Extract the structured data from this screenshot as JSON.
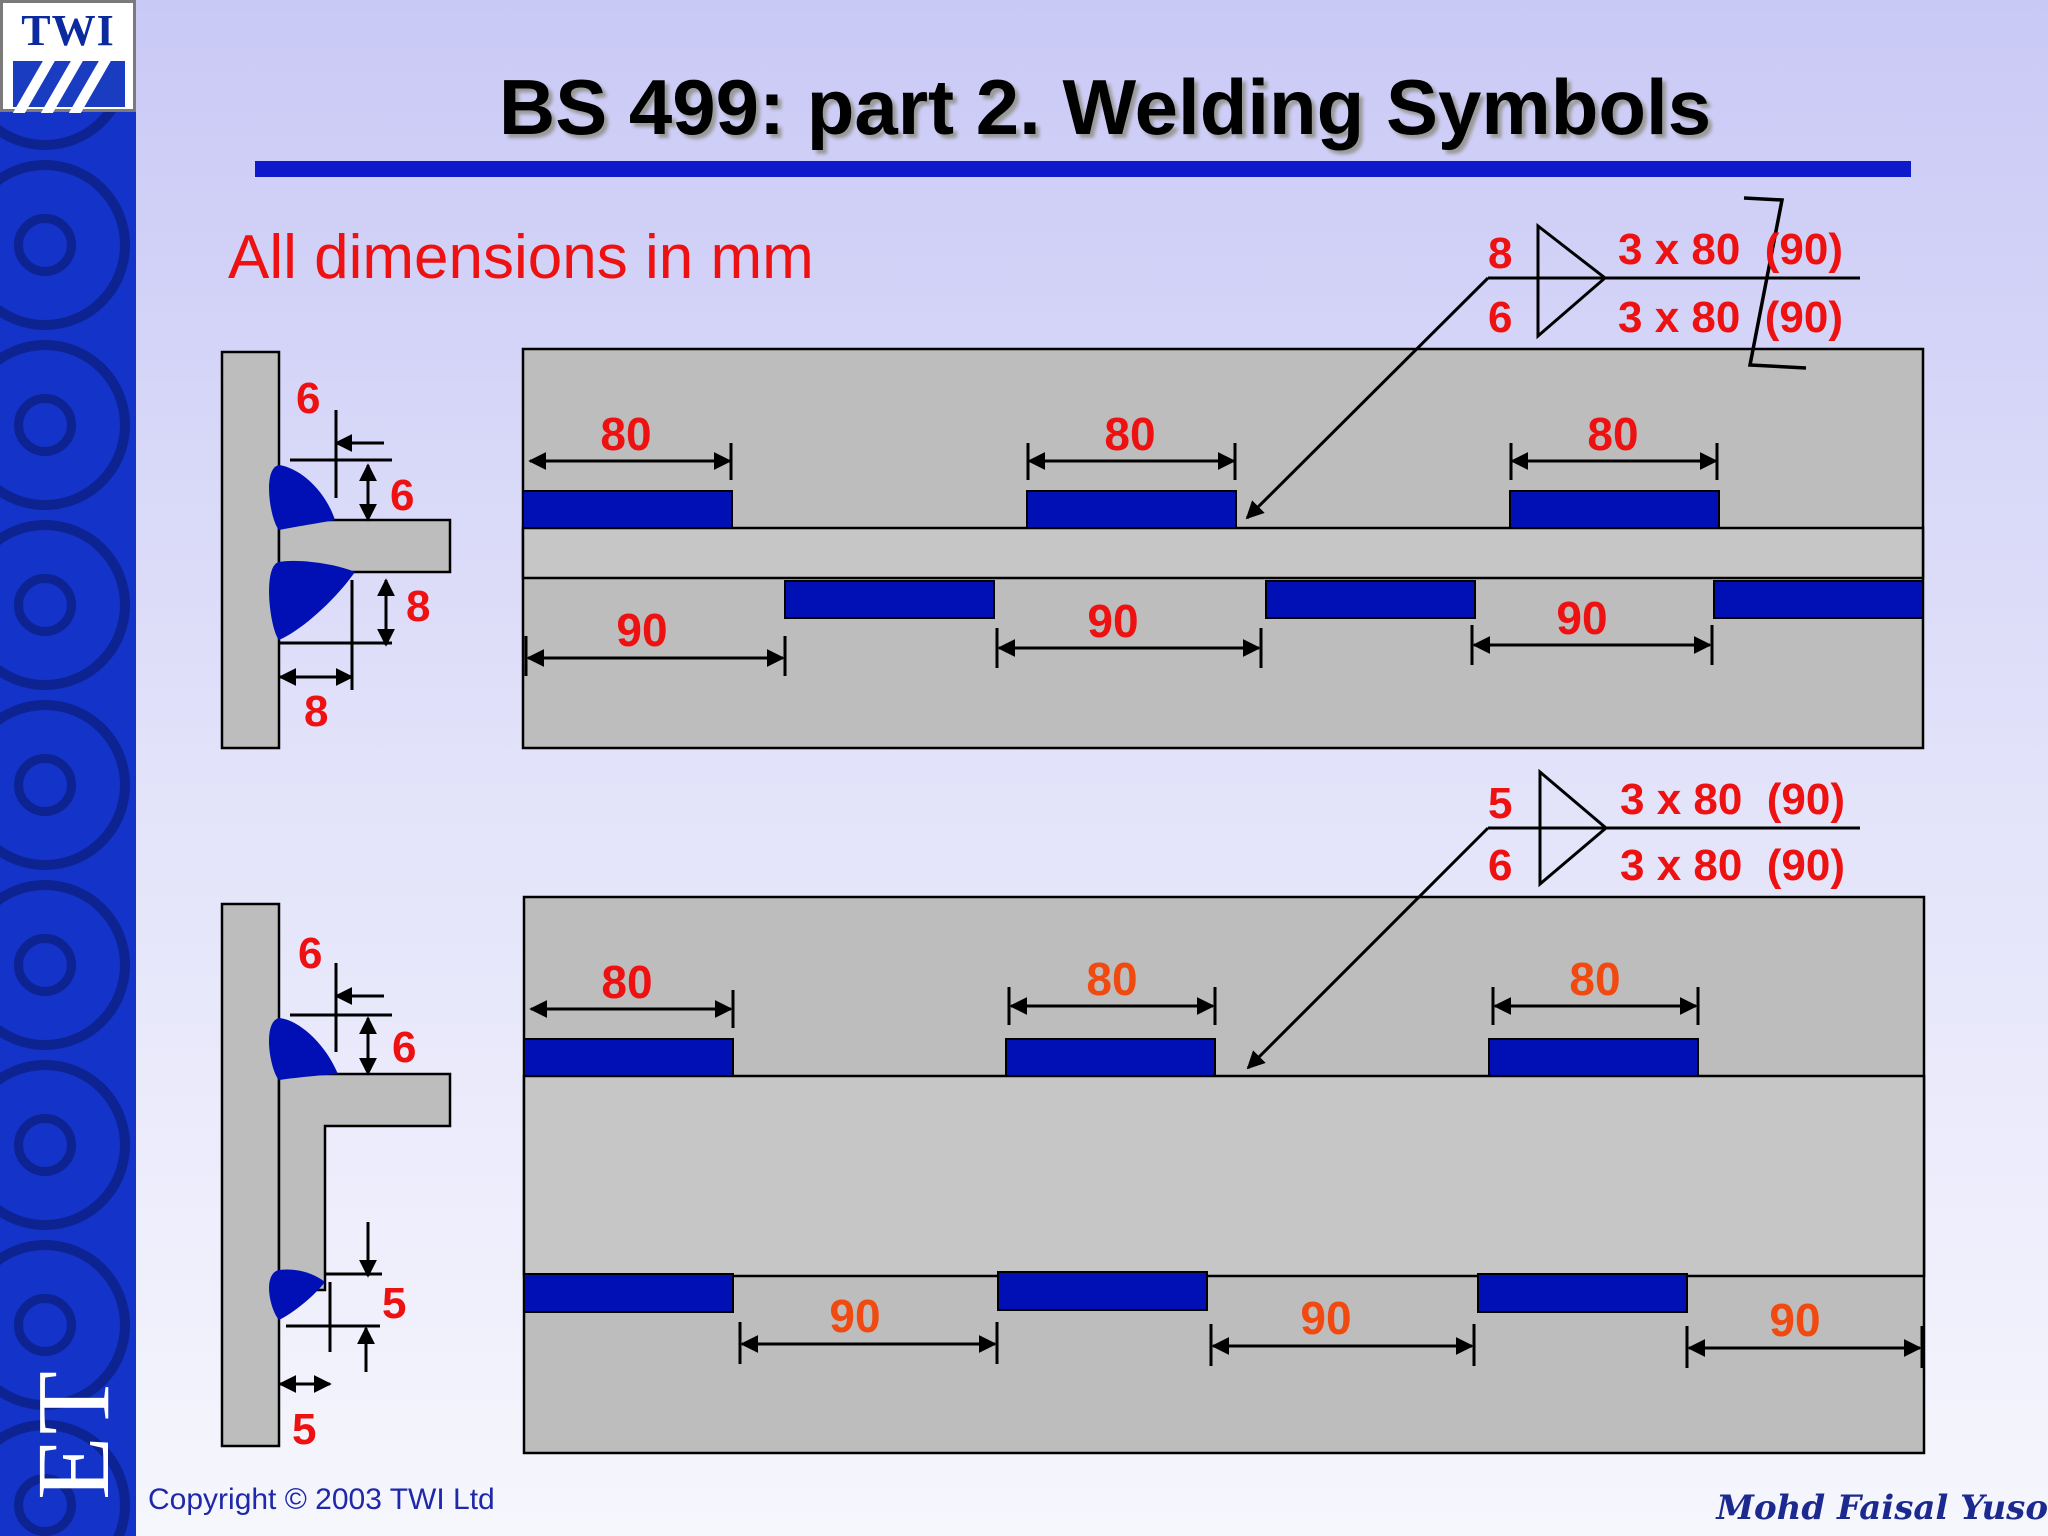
{
  "slide": {
    "title": "BS 499: part 2.  Welding Symbols",
    "subtitle": "All dimensions in mm",
    "copyright": "Copyright © 2003 TWI Ltd",
    "author": "Mohd Faisal Yuso",
    "logo_text": "TWI",
    "side_label": "ET"
  },
  "colors": {
    "accent_blue": "#0c1acc",
    "weld_blue": "#0010b4",
    "plate_grey": "#bdbdbd",
    "dimension_red": "#ee1111",
    "dimension_orange": "#f04a10"
  },
  "diagram_top": {
    "section_dims": {
      "top_leg_a": "6",
      "top_leg_b": "6",
      "bottom_leg_a": "8",
      "bottom_leg_b": "8"
    },
    "symbol": {
      "arrow_side_size": "6",
      "other_side_size": "8",
      "arrow_side_text": "3 x 80  (90)",
      "other_side_text": "3 x 80  (90)"
    },
    "weld_lengths": [
      "80",
      "80",
      "80"
    ],
    "gaps": [
      "90",
      "90",
      "90"
    ]
  },
  "diagram_bottom": {
    "section_dims": {
      "top_leg_a": "6",
      "top_leg_b": "6",
      "bottom_leg_a": "5",
      "bottom_leg_b": "5"
    },
    "symbol": {
      "arrow_side_size": "6",
      "other_side_size": "5",
      "arrow_side_text": "3 x 80  (90)",
      "other_side_text": "3 x 80  (90)"
    },
    "weld_lengths": [
      "80",
      "80",
      "80"
    ],
    "gaps": [
      "90",
      "90",
      "90"
    ]
  }
}
